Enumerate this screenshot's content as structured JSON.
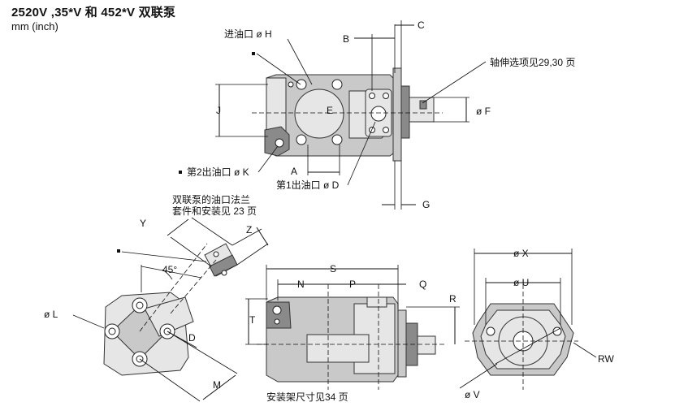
{
  "header": {
    "title": "2520V ,35*V  和  452*V  双联泵",
    "units": "mm  (inch)"
  },
  "labels": {
    "A": "A",
    "B": "B",
    "C": "C",
    "D": "D",
    "E": "E",
    "F": "ø F",
    "G": "G",
    "J": "J",
    "L": "ø L",
    "M": "M",
    "N": "N",
    "P": "P",
    "Q": "Q",
    "R": "R",
    "RW": "RW",
    "S": "S",
    "T": "T",
    "U": "ø U",
    "V": "ø V",
    "X": "ø X",
    "Y": "Y",
    "Z": "Z",
    "angle": "45°"
  },
  "callouts": {
    "inlet": "进油口 ø H",
    "shaft": "轴伸选项见29,30 页",
    "outlet2": "第2出油口 ø K",
    "outlet1": "第1出油口 ø D",
    "flange_line1": "双联泵的油口法兰",
    "flange_line2": "套件和安装见 23 页",
    "mount": "安装架尺寸见34 页"
  }
}
